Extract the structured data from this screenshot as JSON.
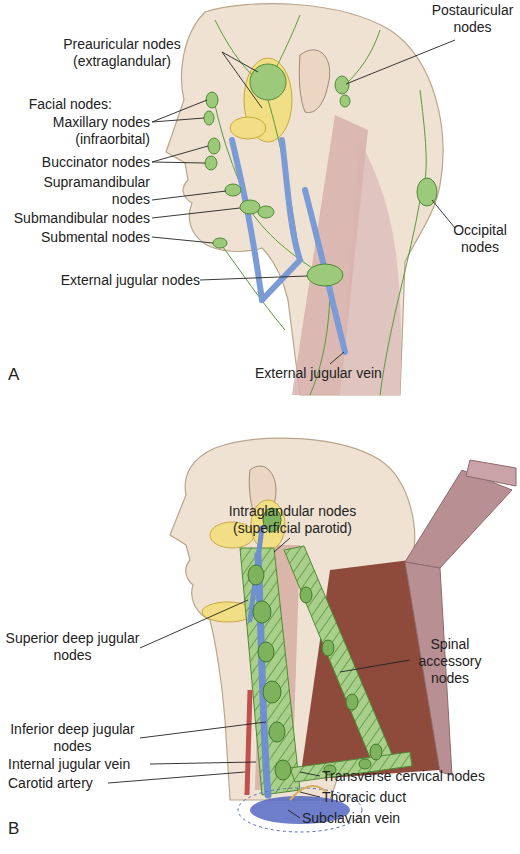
{
  "diagram": {
    "labels": [
      "Postauricular nodes",
      "Preauricular nodes (extraglandular)",
      "Facial nodes:",
      "Maxillary nodes (infraorbital)",
      "Buccinator nodes",
      "Supramandibular nodes",
      "Submandibular nodes",
      "Submental nodes",
      "Occipital nodes",
      "External jugular nodes",
      "External jugular vein",
      "A",
      "Intraglandular nodes (superficial parotid)",
      "Spinal accessory nodes",
      "Superior deep jugular nodes",
      "Inferior deep jugular nodes",
      "Internal jugular vein",
      "Transverse cervical nodes",
      "Carotid artery",
      "Thoracic duct",
      "Subclavian vein",
      "B"
    ]
  }
}
